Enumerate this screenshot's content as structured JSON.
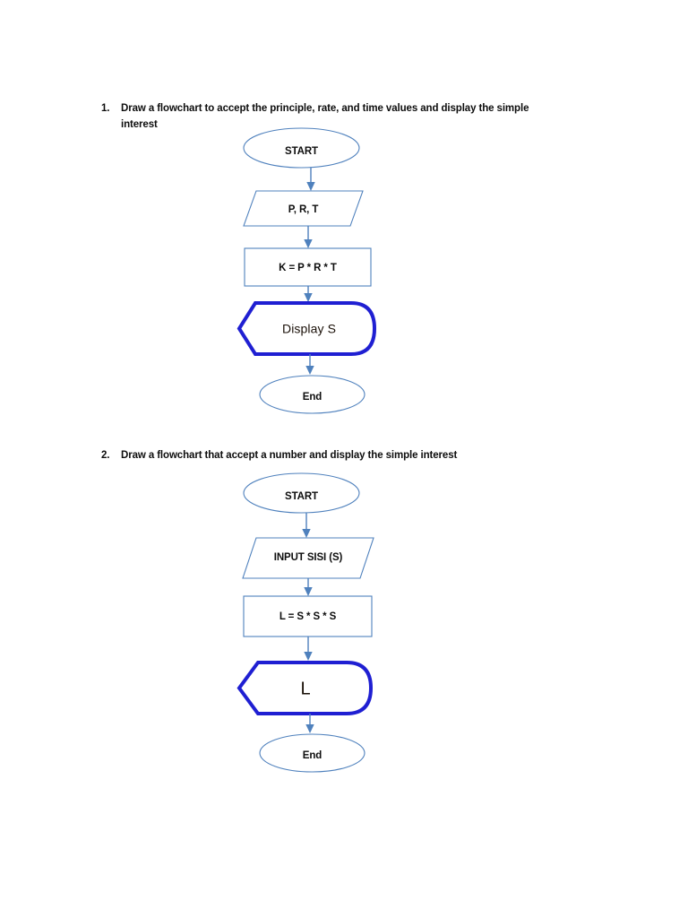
{
  "document": {
    "title": "Flowchart Worksheet",
    "background_color": "#ffffff",
    "text_color": "#0d0d0d",
    "accent_outline_color": "#4f81bd",
    "display_shape_color": "#1f1fd2"
  },
  "questions": [
    {
      "number": "1.",
      "text": "Draw a flowchart to accept the principle, rate, and time values and display the simple interest"
    },
    {
      "number": "2.",
      "text": "Draw a flowchart that accept a number and display the simple interest"
    }
  ],
  "flowcharts": [
    {
      "id": "flowchart-1",
      "nodes": [
        {
          "id": "start",
          "shape": "terminator",
          "label": "START"
        },
        {
          "id": "input",
          "shape": "parallelogram",
          "label": "P, R, T"
        },
        {
          "id": "process",
          "shape": "rectangle",
          "label": "K = P * R * T"
        },
        {
          "id": "display",
          "shape": "display",
          "label": "Display S"
        },
        {
          "id": "end",
          "shape": "terminator",
          "label": "End"
        }
      ],
      "edges": [
        {
          "from": "start",
          "to": "input"
        },
        {
          "from": "input",
          "to": "process"
        },
        {
          "from": "process",
          "to": "display"
        },
        {
          "from": "display",
          "to": "end"
        }
      ]
    },
    {
      "id": "flowchart-2",
      "nodes": [
        {
          "id": "start",
          "shape": "terminator",
          "label": "START"
        },
        {
          "id": "input",
          "shape": "parallelogram",
          "label": "INPUT SISI (S)"
        },
        {
          "id": "process",
          "shape": "rectangle",
          "label": "L = S * S * S"
        },
        {
          "id": "display",
          "shape": "display",
          "label": "L"
        },
        {
          "id": "end",
          "shape": "terminator",
          "label": "End"
        }
      ],
      "edges": [
        {
          "from": "start",
          "to": "input"
        },
        {
          "from": "input",
          "to": "process"
        },
        {
          "from": "process",
          "to": "display"
        },
        {
          "from": "display",
          "to": "end"
        }
      ]
    }
  ]
}
